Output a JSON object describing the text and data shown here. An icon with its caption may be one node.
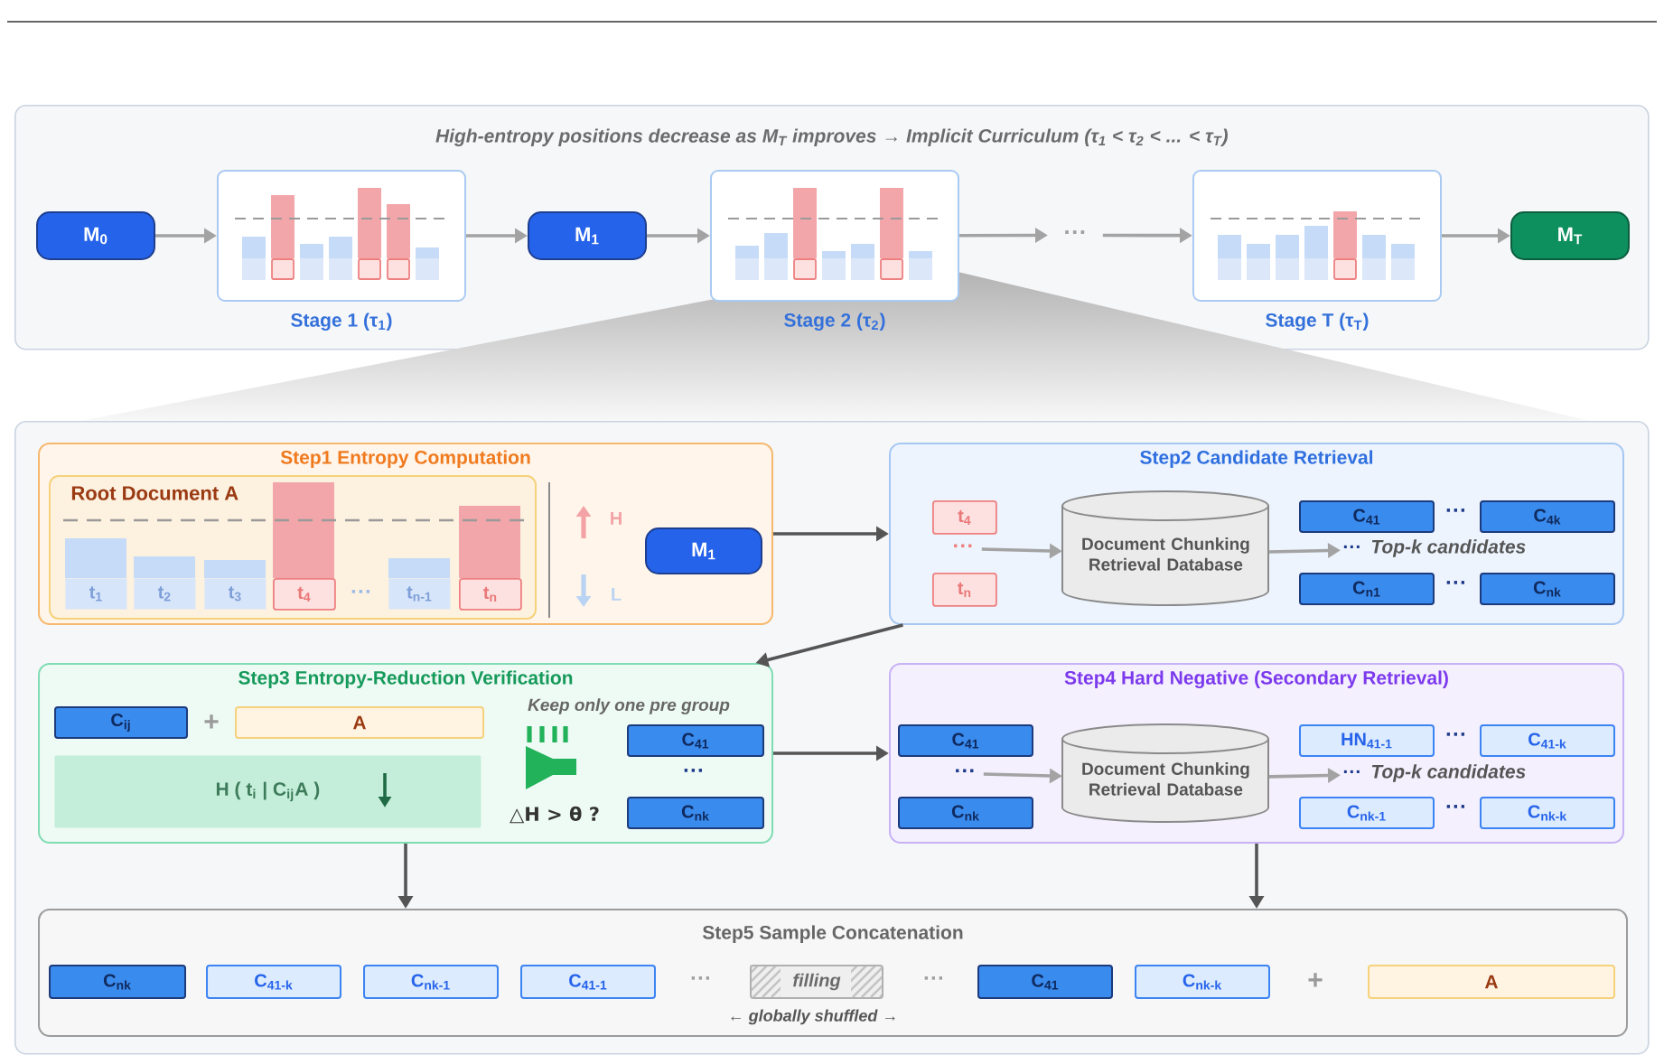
{
  "diagram": {
    "nodes": [
      {
        "text": [
          "High-entropy positions decrease as M$_{T}$ improves → Implicit Curriculum (τ$_{1}$ < τ$_{2}$ < ... < τ$_{T}$)"
        ]
      },
      {
        "text": [
          "M$_{0}$"
        ],
        "in": 0
      },
      {
        "text": [
          "Stage 1 (τ$_{1}$)"
        ],
        "in": 0
      },
      {
        "text": [
          "M$_{1}$"
        ],
        "in": 0
      },
      {
        "text": [
          "Stage 2 (τ$_{2}$)"
        ],
        "in": 0
      },
      {
        "text": [
          "···"
        ],
        "in": 0
      },
      {
        "text": [
          "Stage T (τ$_{T}$)"
        ],
        "in": 0
      },
      {
        "text": [
          "M$_{T}$"
        ],
        "in": 0
      },
      {
        "text": [],
        "shape": "box"
      },
      {
        "text": [
          "Step1 Entropy Computation"
        ],
        "in": 8
      },
      {
        "text": [
          "Root Document A"
        ],
        "in": 9
      },
      {
        "text": [
          "t$_{1}$"
        ],
        "in": 10
      },
      {
        "text": [
          "t$_{2}$"
        ],
        "in": 10
      },
      {
        "text": [
          "t$_{3}$"
        ],
        "in": 10
      },
      {
        "text": [
          "t$_{4}$"
        ],
        "in": 10
      },
      {
        "text": [
          "t$_{n-1}$"
        ],
        "in": 10
      },
      {
        "text": [
          "t$_{n}$"
        ],
        "in": 10
      },
      {
        "text": [
          "M$_{1}$"
        ],
        "in": 9
      },
      {
        "text": [
          "Step2 Candidate Retrieval"
        ],
        "in": 8
      },
      {
        "text": [
          "t$_{4}$"
        ],
        "in": 18
      },
      {
        "text": [
          "···"
        ],
        "in": 18
      },
      {
        "text": [
          "t$_{n}$"
        ],
        "in": 18
      },
      {
        "text": [
          "Document Chunking Retrieval Database"
        ],
        "in": 18
      },
      {
        "text": [
          "C$_{41}$"
        ],
        "in": 18
      },
      {
        "text": [
          "C$_{4k}$"
        ],
        "in": 18
      },
      {
        "text": [
          "···",
          "Top-k candidates"
        ],
        "in": 18
      },
      {
        "text": [
          "C$_{n1}$"
        ],
        "in": 18
      },
      {
        "text": [
          "C$_{nk}$"
        ],
        "in": 18
      },
      {
        "text": [
          "Step3 Entropy-Reduction Verification"
        ],
        "in": 8
      },
      {
        "text": [
          "C$_{ij}$"
        ],
        "in": 28
      },
      {
        "text": [
          "A"
        ],
        "in": 28
      },
      {
        "text": [
          "H ( t$_{i}$ | C$_{ij}$A )"
        ],
        "in": 28
      },
      {
        "text": [
          "C$_{41}$"
        ],
        "in": 28
      },
      {
        "text": [
          "C$_{nk}$"
        ],
        "in": 28
      },
      {
        "text": [
          "Step4 Hard Negative (Secondary Retrieval)"
        ],
        "in": 8
      },
      {
        "text": [
          "C$_{41}$"
        ],
        "in": 34
      },
      {
        "text": [
          "···"
        ],
        "in": 34
      },
      {
        "text": [
          "C$_{nk}$"
        ],
        "in": 34
      },
      {
        "text": [
          "Document Chunking Retrieval Database"
        ],
        "in": 34
      },
      {
        "text": [
          "HN$_{41-1}$"
        ],
        "in": 34
      },
      {
        "text": [
          "C$_{41-k}$"
        ],
        "in": 34
      },
      {
        "text": [
          "···",
          "Top-k candidates"
        ],
        "in": 34
      },
      {
        "text": [
          "C$_{nk-1}$"
        ],
        "in": 34
      },
      {
        "text": [
          "C$_{nk-k}$"
        ],
        "in": 34
      },
      {
        "text": [
          "Step5 Sample Concatenation"
        ],
        "in": 8
      },
      {
        "text": [
          "C$_{nk}$"
        ],
        "in": 44
      },
      {
        "text": [
          "C$_{41-k}$"
        ],
        "in": 44
      },
      {
        "text": [
          "C$_{nk-1}$"
        ],
        "in": 44
      },
      {
        "text": [
          "C$_{41-1}$"
        ],
        "in": 44
      },
      {
        "text": [
          "filling"
        ],
        "in": 44
      },
      {
        "text": [
          "C$_{41}$"
        ],
        "in": 44
      },
      {
        "text": [
          "C$_{nk-k}$"
        ],
        "in": 44
      },
      {
        "text": [
          "A"
        ],
        "in": 44
      }
    ],
    "edges": [
      {
        "from": 1,
        "to": 2,
        "arrow": "to"
      },
      {
        "from": 2,
        "to": 3,
        "arrow": "to"
      },
      {
        "from": 3,
        "to": 4,
        "arrow": "to"
      },
      {
        "from": 4,
        "to": 5,
        "arrow": "to"
      },
      {
        "from": 5,
        "to": 6,
        "arrow": "to"
      },
      {
        "from": 6,
        "to": 7,
        "arrow": "to"
      },
      {
        "from": 9,
        "to": 18,
        "arrow": "to",
        "color": "#555555"
      },
      {
        "from": 20,
        "to": 22,
        "arrow": "to"
      },
      {
        "from": 22,
        "to": 25,
        "arrow": "to"
      },
      {
        "from": 18,
        "to": 28,
        "arrow": "to",
        "color": "#555555"
      },
      {
        "from": 28,
        "to": 34,
        "arrow": "to",
        "color": "#555555"
      },
      {
        "from": 36,
        "to": 38,
        "arrow": "to"
      },
      {
        "from": 38,
        "to": 41,
        "arrow": "to"
      },
      {
        "from": 28,
        "to": 44,
        "arrow": "to",
        "color": "#555555"
      },
      {
        "from": 34,
        "to": 44,
        "arrow": "to",
        "color": "#555555"
      }
    ],
    "labels": [
      "···",
      "H",
      "L",
      "···",
      "···",
      "+",
      "Keep only one pre group",
      "···",
      "△H > θ ?",
      "···",
      "···",
      "···",
      "···",
      "+",
      "← globally shuffled →"
    ]
  }
}
